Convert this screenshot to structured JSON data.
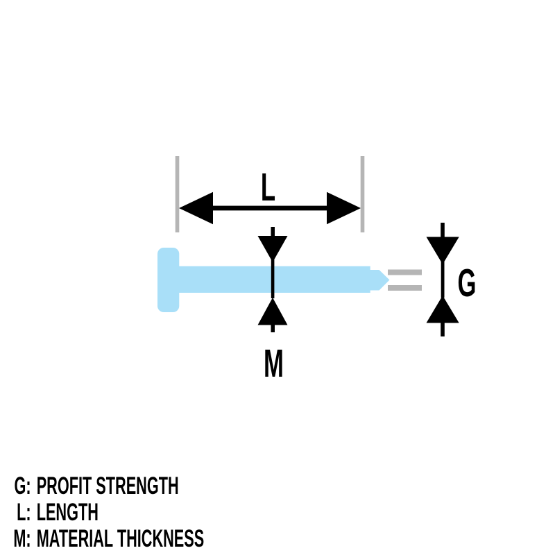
{
  "diagram": {
    "dimension_labels": {
      "length": "L",
      "material_thickness": "M",
      "grip_strength": "G"
    },
    "colors": {
      "fastener_fill": "#a9dff8",
      "guide_gray": "#b5b5b5",
      "ink_black": "#000000",
      "background": "#ffffff"
    }
  },
  "legend": {
    "items": [
      {
        "key": "G:",
        "label": "PROFIT STRENGTH"
      },
      {
        "key": "L:",
        "label": "LENGTH"
      },
      {
        "key": "M:",
        "label": "MATERIAL THICKNESS"
      }
    ]
  }
}
